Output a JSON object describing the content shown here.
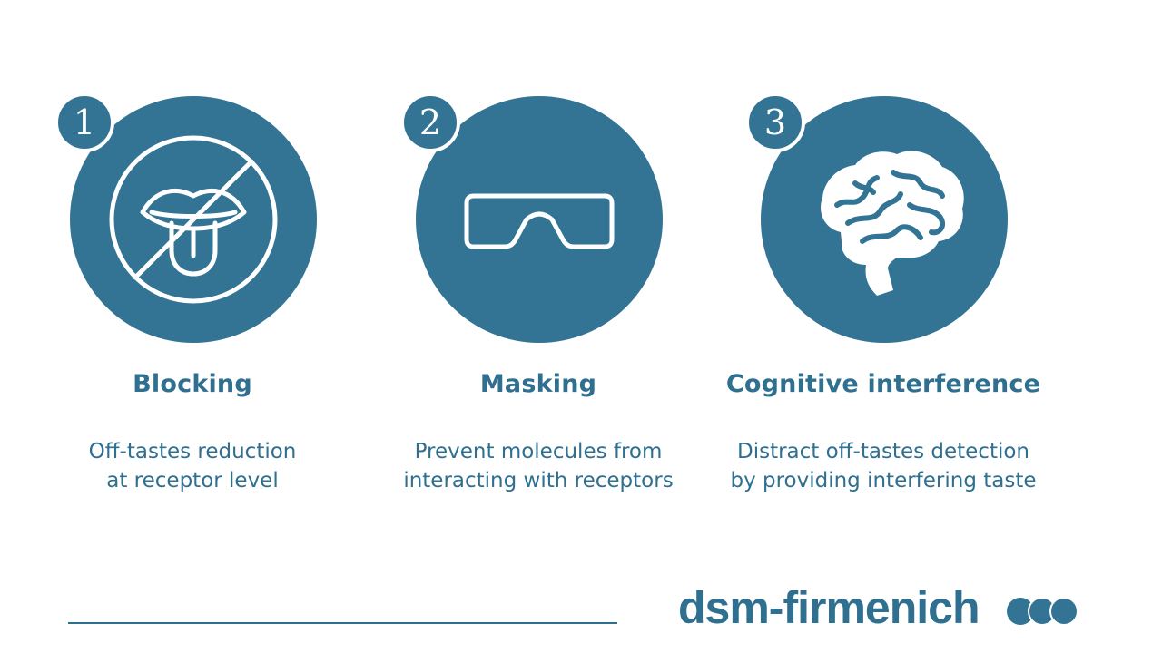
{
  "steps": [
    {
      "number": "1",
      "title": "Blocking",
      "desc_line1": "Off-tastes reduction",
      "desc_line2": "at receptor level",
      "icon": "no-tongue-icon"
    },
    {
      "number": "2",
      "title": "Masking",
      "desc_line1": "Prevent molecules from",
      "desc_line2": "interacting with receptors",
      "icon": "goggles-icon"
    },
    {
      "number": "3",
      "title": "Cognitive interference",
      "desc_line1": "Distract off-tastes detection",
      "desc_line2": "by providing interfering taste",
      "icon": "brain-icon"
    }
  ],
  "footer": {
    "brand": "dsm-firmenich",
    "brand_mark": "three-dots-logo"
  },
  "colors": {
    "primary": "#337494",
    "text": "#2f6f90",
    "background": "#ffffff"
  }
}
